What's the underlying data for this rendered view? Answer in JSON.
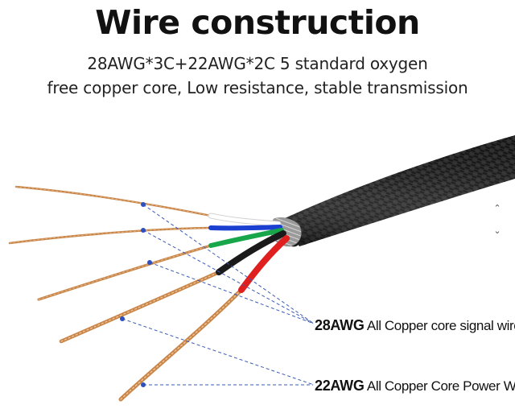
{
  "title": "Wire construction",
  "subtitle": {
    "line1": "28AWG*3C+22AWG*2C 5 standard oxygen",
    "line2": "free copper core, Low resistance, stable transmission"
  },
  "callouts": {
    "signal": {
      "gauge": "28AWG",
      "text": " All Copper core signal wire"
    },
    "power": {
      "gauge": "22AWG",
      "text": " All Copper Core Power Wire"
    }
  },
  "wire_colors": {
    "cable_jacket": "#151515",
    "copper": "#c8864a",
    "white": "#ffffff",
    "blue": "#1b3fd1",
    "green": "#17a64a",
    "black": "#1a1a1a",
    "red": "#e01f1f",
    "guide_line": "#3b5bb5"
  },
  "controls": {
    "scroll_up_icon": "chevron-up-icon",
    "scroll_down_icon": "chevron-down-icon",
    "scroll_up_glyph": "⌃",
    "scroll_down_glyph": "⌄"
  }
}
